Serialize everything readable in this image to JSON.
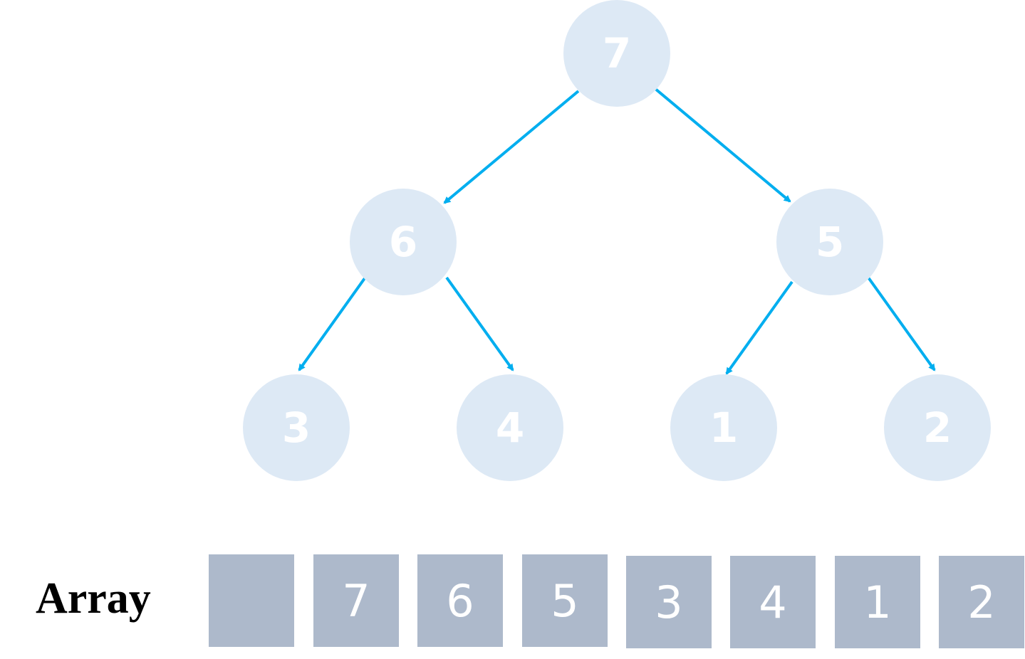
{
  "tree": {
    "nodes": [
      {
        "id": "n7",
        "label": "7"
      },
      {
        "id": "n6",
        "label": "6"
      },
      {
        "id": "n5",
        "label": "5"
      },
      {
        "id": "n3",
        "label": "3"
      },
      {
        "id": "n4",
        "label": "4"
      },
      {
        "id": "n1",
        "label": "1"
      },
      {
        "id": "n2",
        "label": "2"
      }
    ],
    "edges": [
      {
        "from": "7",
        "to": "6"
      },
      {
        "from": "7",
        "to": "5"
      },
      {
        "from": "6",
        "to": "3"
      },
      {
        "from": "6",
        "to": "4"
      },
      {
        "from": "5",
        "to": "1"
      },
      {
        "from": "5",
        "to": "2"
      }
    ]
  },
  "array": {
    "caption": "Array",
    "cells": [
      "",
      "7",
      "6",
      "5",
      "3",
      "4",
      "1",
      "2"
    ]
  },
  "colors": {
    "node_fill": "#dde9f5",
    "node_text": "#ffffff",
    "edge": "#00aeef",
    "cell_fill": "#adb9cb",
    "cell_text": "#ffffff"
  }
}
